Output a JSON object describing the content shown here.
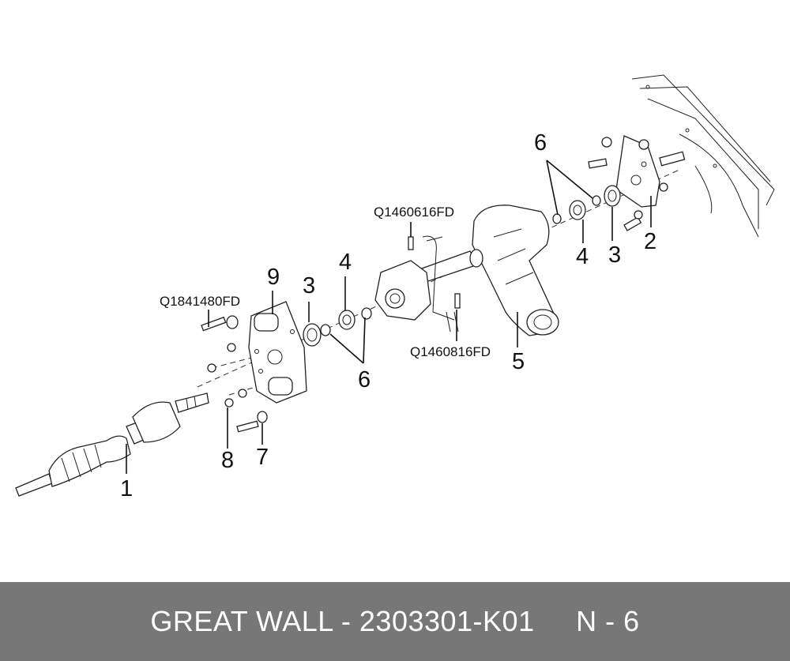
{
  "diagram": {
    "callouts": {
      "n1": "1",
      "n2": "2",
      "n3a": "3",
      "n3b": "3",
      "n4a": "4",
      "n4b": "4",
      "n5": "5",
      "n6a": "6",
      "n6b": "6",
      "n7": "7",
      "n8": "8",
      "n9": "9"
    },
    "codes": {
      "c1": "Q1460616FD",
      "c2": "Q1841480FD",
      "c3": "Q1460816FD"
    }
  },
  "footer": {
    "text": "GREAT WALL - 2303301-K01     N - 6",
    "background": "#777777",
    "color": "#ffffff"
  }
}
